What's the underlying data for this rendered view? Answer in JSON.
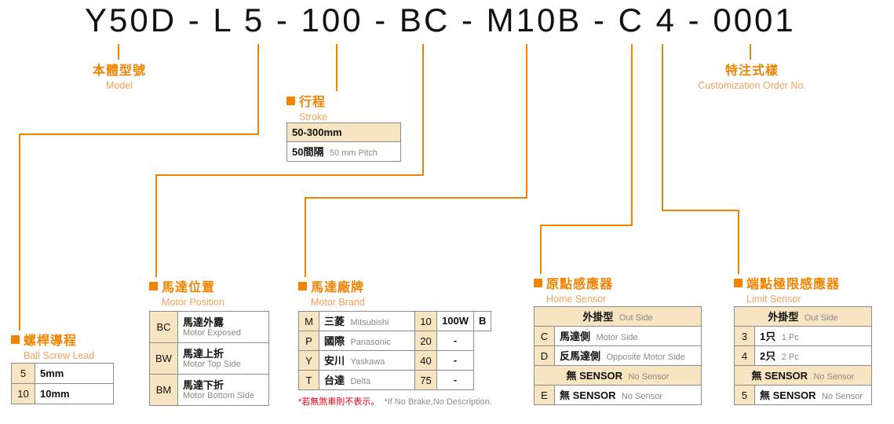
{
  "title": {
    "text": "Y50D - L 5 - 100 - BC - M10B - C 4 - 0001"
  },
  "colors": {
    "accent_orange": "#F08300",
    "accent_orange_light": "#F2A35C",
    "table_header_beige": "#F7E4C0",
    "table_border_gray": "#8C8C8C",
    "secondary_text_gray": "#898989",
    "footnote_red": "#E60012"
  },
  "model": {
    "zh": "本體型號",
    "en": "Model"
  },
  "customization": {
    "zh": "特注式樣",
    "en": "Customization Order No."
  },
  "stroke": {
    "zh": "行程",
    "en": "Stroke",
    "range": "50-300mm",
    "pitch_zh": "50間隔",
    "pitch_en": "50 mm Pitch"
  },
  "ball_screw_lead": {
    "zh": "螺桿導程",
    "en": "Ball Screw Lead",
    "rows": [
      {
        "code": "5",
        "value": "5mm"
      },
      {
        "code": "10",
        "value": "10mm"
      }
    ]
  },
  "motor_position": {
    "zh": "馬達位置",
    "en": "Motor Position",
    "rows": [
      {
        "code": "BC",
        "zh": "馬達外露",
        "en": "Motor Exposed"
      },
      {
        "code": "BW",
        "zh": "馬達上折",
        "en": "Motor Top Side"
      },
      {
        "code": "BM",
        "zh": "馬達下折",
        "en": "Motor Bottom Side"
      }
    ]
  },
  "motor_brand": {
    "zh": "馬達廠牌",
    "en": "Motor Brand",
    "rows": [
      {
        "code": "M",
        "brand_zh": "三菱",
        "brand_en": "Mitsubishi",
        "power_code": "10",
        "power": "100W",
        "brake": "B"
      },
      {
        "code": "P",
        "brand_zh": "國際",
        "brand_en": "Panasonic",
        "power_code": "20",
        "power": "-",
        "brake": ""
      },
      {
        "code": "Y",
        "brand_zh": "安川",
        "brand_en": "Yaskawa",
        "power_code": "40",
        "power": "-",
        "brake": ""
      },
      {
        "code": "T",
        "brand_zh": "台達",
        "brand_en": "Delta",
        "power_code": "75",
        "power": "-",
        "brake": ""
      }
    ],
    "footnote_zh": "*若無煞車則不表示。",
    "footnote_en": "*If No Brake,No Description."
  },
  "home_sensor": {
    "zh": "原點感應器",
    "en": "Home Sensor",
    "header_zh": "外掛型",
    "header_en": "Out Side",
    "rows": [
      {
        "code": "C",
        "zh": "馬達側",
        "en": "Motor Side"
      },
      {
        "code": "D",
        "zh": "反馬達側",
        "en": "Opposite Motor Side"
      }
    ],
    "no_sensor_zh": "無 SENSOR",
    "no_sensor_en": "No Sensor",
    "extra_row": {
      "code": "E",
      "zh": "無 SENSOR",
      "en": "No Sensor"
    }
  },
  "limit_sensor": {
    "zh": "端點極限感應器",
    "en": "Limit Sensor",
    "header_zh": "外掛型",
    "header_en": "Out Side",
    "rows": [
      {
        "code": "3",
        "zh": "1只",
        "en": "1 Pc"
      },
      {
        "code": "4",
        "zh": "2只",
        "en": "2 Pc"
      }
    ],
    "no_sensor_zh": "無 SENSOR",
    "no_sensor_en": "No Sensor",
    "extra_row": {
      "code": "5",
      "zh": "無 SENSOR",
      "en": "No Sensor"
    }
  }
}
